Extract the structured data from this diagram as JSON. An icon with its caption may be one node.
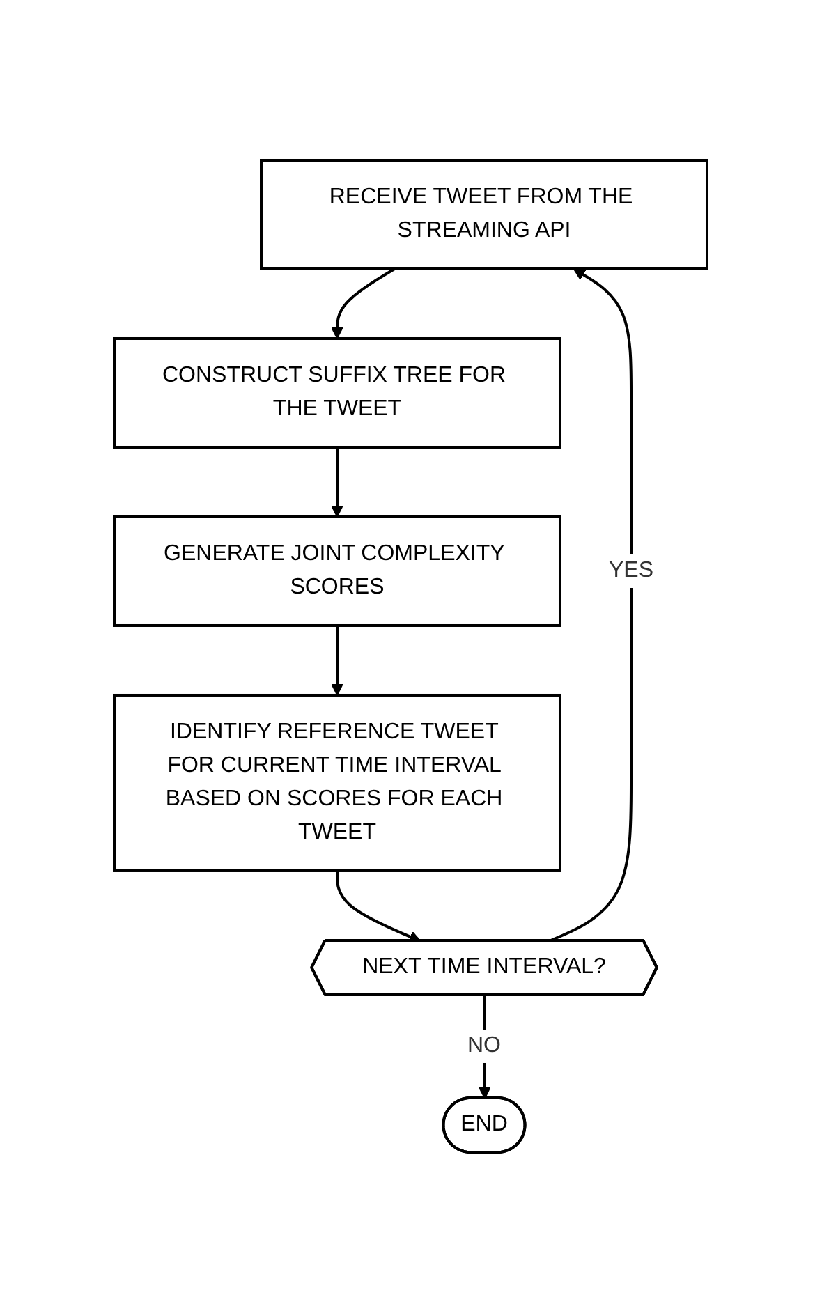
{
  "diagram": {
    "nodes": [
      {
        "text": [
          "RECEIVE TWEET FROM THE STREAMING API"
        ]
      },
      {
        "text": [
          "CONSTRUCT SUFFIX TREE FOR THE TWEET"
        ]
      },
      {
        "text": [
          "GENERATE JOINT COMPLEXITY SCORES"
        ]
      },
      {
        "text": [
          "IDENTIFY REFERENCE TWEET FOR CURRENT TIME INTERVAL BASED ON SCORES FOR EACH TWEET"
        ]
      },
      {
        "text": [
          "NEXT TIME INTERVAL?"
        ]
      },
      {
        "text": [
          "END"
        ]
      }
    ],
    "edges": [
      {
        "from": 0,
        "to": 1,
        "arrow": "to"
      },
      {
        "from": 1,
        "to": 2,
        "arrow": "to"
      },
      {
        "from": 2,
        "to": 3,
        "arrow": "to"
      },
      {
        "from": 3,
        "to": 4,
        "arrow": "to"
      },
      {
        "from": 4,
        "to": 0,
        "arrow": "to",
        "label": "YES"
      },
      {
        "from": 4,
        "to": 5,
        "arrow": "to",
        "label": "NO"
      }
    ]
  }
}
